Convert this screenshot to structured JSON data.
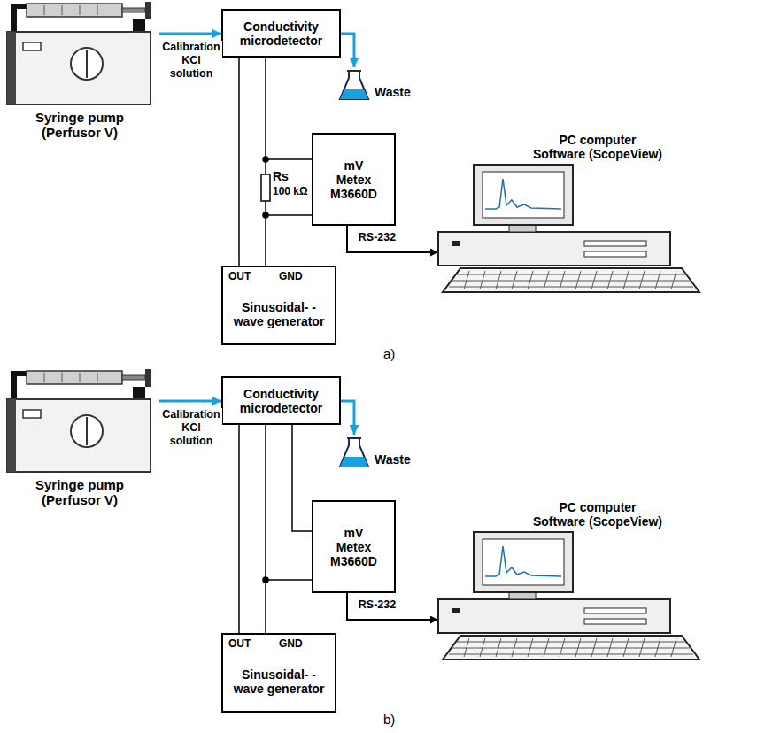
{
  "diagram": {
    "nodes": [
      {
        "text": [
          "Syringe pump (Perfusor V)"
        ]
      },
      {
        "text": [
          "Conductivity microdetector"
        ]
      },
      {
        "text": [
          "Waste"
        ]
      },
      {
        "text": [
          "mV Metex M3660D"
        ]
      },
      {
        "text": [
          "PC computer Software (ScopeView)"
        ]
      },
      {
        "text": [
          "Sinusoidal- -wave generator"
        ]
      },
      {
        "text": [
          "Syringe pump (Perfusor V)"
        ]
      },
      {
        "text": [
          "Conductivity microdetector"
        ]
      },
      {
        "text": [
          "Waste"
        ]
      },
      {
        "text": [
          "mV Metex M3660D"
        ]
      },
      {
        "text": [
          "PC computer Software (ScopeView)"
        ]
      },
      {
        "text": [
          "Sinusoidal- -wave generator"
        ]
      }
    ],
    "edges": [
      {
        "from": 0,
        "to": 1,
        "arrow": "to",
        "label": "Calibration KCl solution"
      },
      {
        "from": 1,
        "to": 2,
        "arrow": "to"
      },
      {
        "from": 3,
        "to": 4,
        "arrow": "to",
        "label": "RS-232"
      },
      {
        "from": 5,
        "to": 1,
        "arrow": "none"
      },
      {
        "from": 5,
        "to": 1,
        "arrow": "none"
      },
      {
        "from": 6,
        "to": 7,
        "arrow": "to",
        "label": "Calibration KCl solution"
      },
      {
        "from": 7,
        "to": 8,
        "arrow": "to"
      },
      {
        "from": 9,
        "to": 10,
        "arrow": "to",
        "label": "RS-232"
      },
      {
        "from": 11,
        "to": 7,
        "arrow": "none"
      },
      {
        "from": 11,
        "to": 7,
        "arrow": "none"
      },
      {
        "from": 7,
        "to": 9,
        "arrow": "none"
      }
    ],
    "labels": [
      "Rs",
      "100 kΩ",
      "OUT",
      "GND",
      "a)",
      "OUT",
      "GND",
      "b)"
    ]
  }
}
